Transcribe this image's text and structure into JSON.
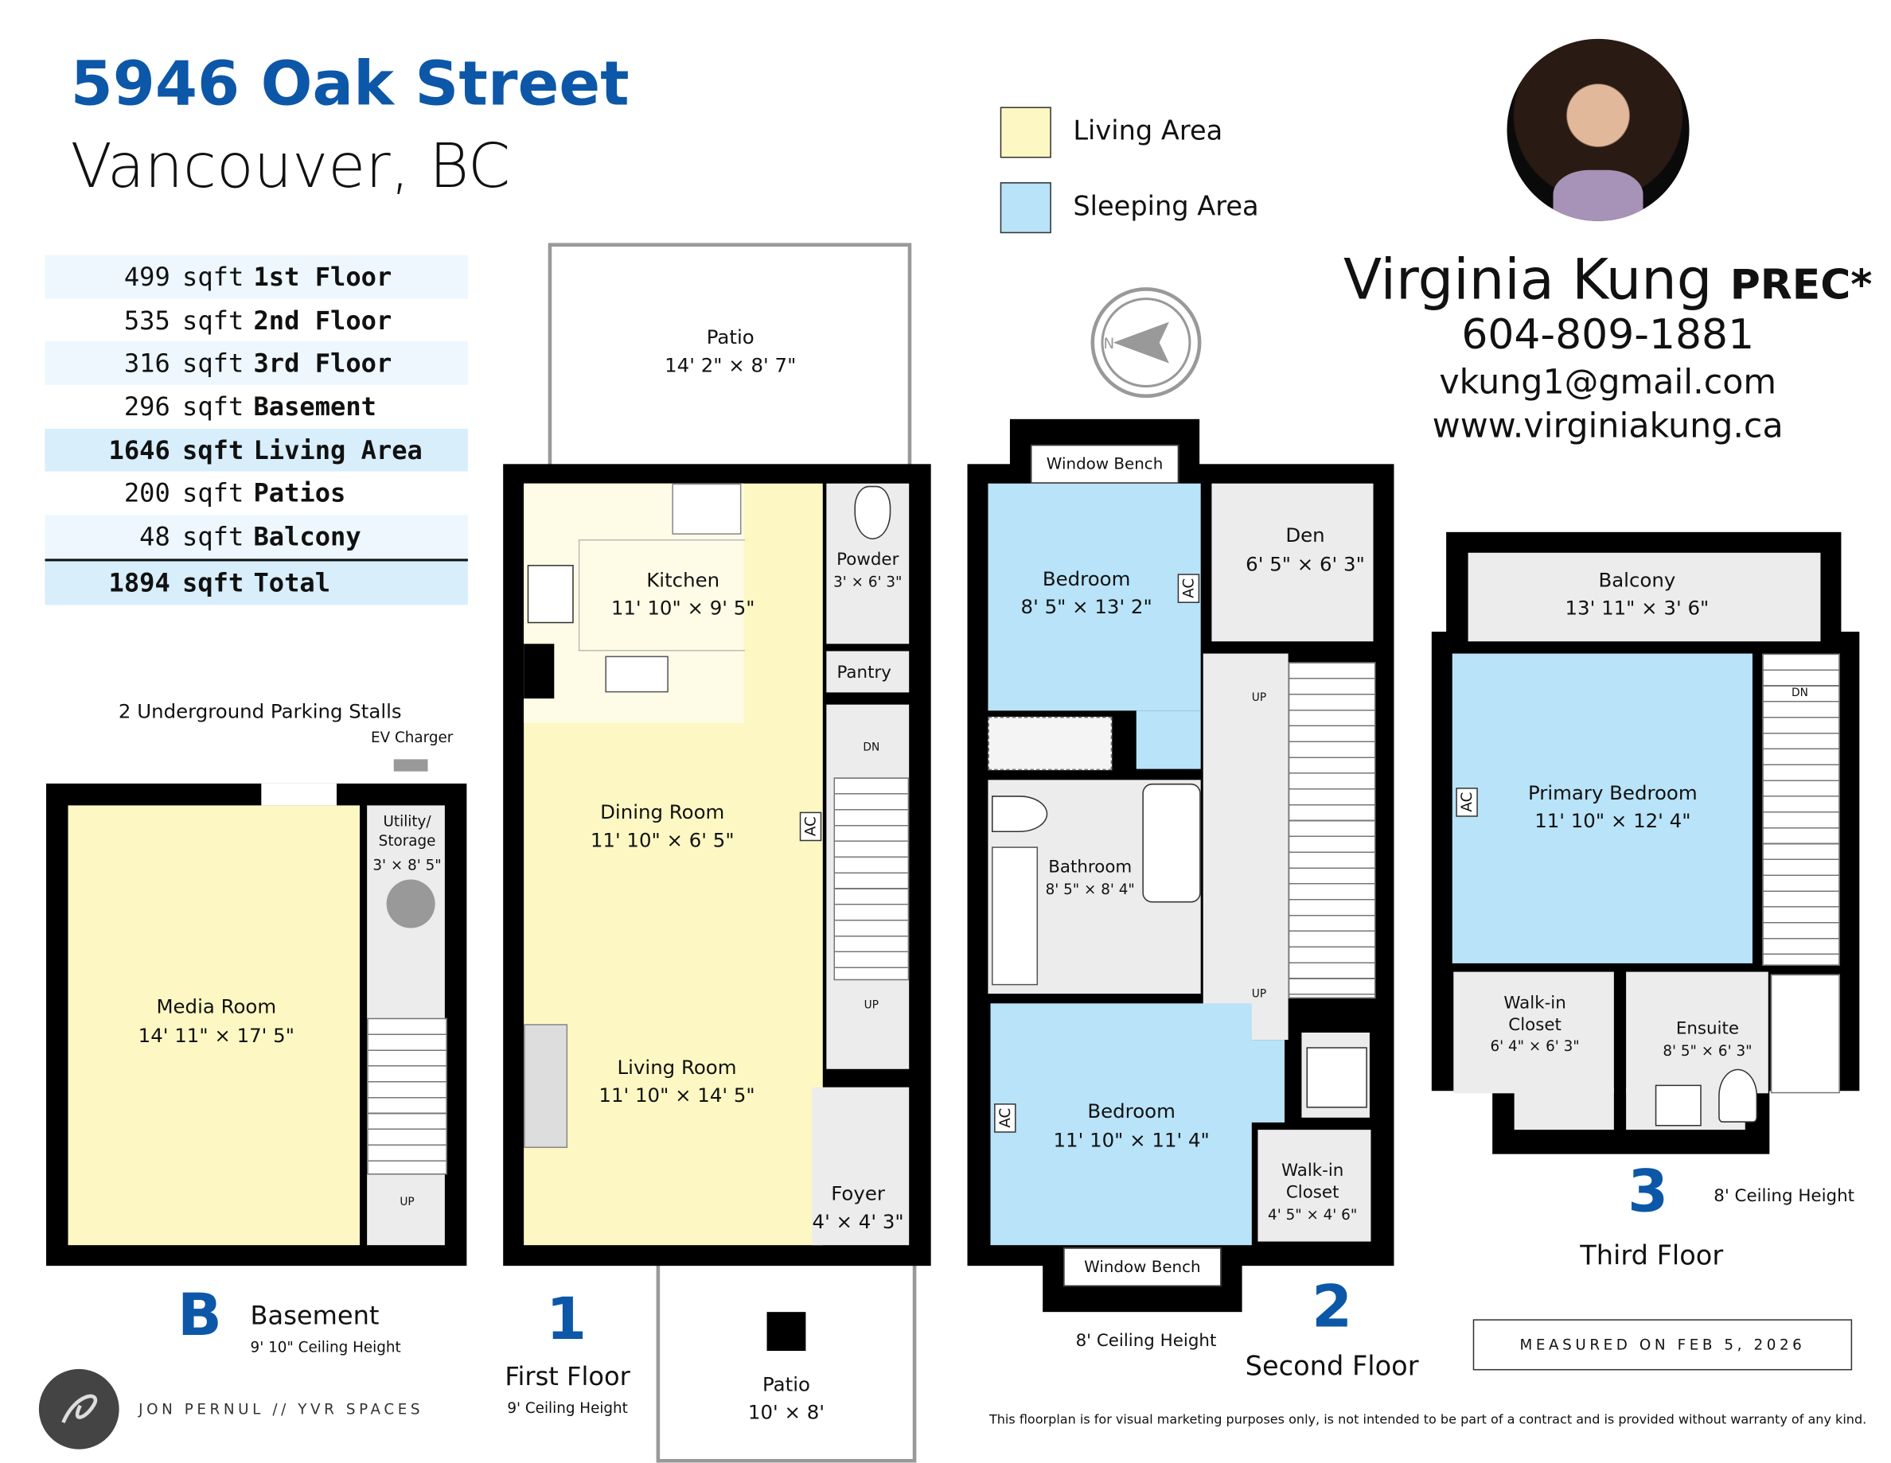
{
  "header": {
    "address": "5946 Oak Street",
    "city": "Vancouver, BC"
  },
  "areas": [
    {
      "sqft": "499",
      "unit": "sqft",
      "label": "1st Floor"
    },
    {
      "sqft": "535",
      "unit": "sqft",
      "label": "2nd Floor"
    },
    {
      "sqft": "316",
      "unit": "sqft",
      "label": "3rd Floor"
    },
    {
      "sqft": "296",
      "unit": "sqft",
      "label": "Basement"
    },
    {
      "sqft": "1646",
      "unit": "sqft",
      "label": "Living Area"
    },
    {
      "sqft": "200",
      "unit": "sqft",
      "label": "Patios"
    },
    {
      "sqft": "48",
      "unit": "sqft",
      "label": "Balcony"
    },
    {
      "sqft": "1894",
      "unit": "sqft",
      "label": "Total"
    }
  ],
  "legend": {
    "living": "Living Area",
    "sleeping": "Sleeping Area",
    "living_color": "#fdf8c3",
    "sleeping_color": "#b8e3f8"
  },
  "agent": {
    "name": "Virginia Kung",
    "designation": "PREC*",
    "phone": "604-809-1881",
    "email": "vkung1@gmail.com",
    "website": "www.virginiakung.ca"
  },
  "brand_color": "#0c57a8",
  "basement": {
    "number": "B",
    "name": "Basement",
    "ceiling": "9' 10\" Ceiling Height",
    "parking": "2 Underground Parking Stalls",
    "ev": "EV Charger",
    "media": {
      "name": "Media Room",
      "dims": "14' 11\" × 17' 5\""
    },
    "utility": {
      "name": "Utility/ Storage",
      "dims": "3' × 8' 5\""
    },
    "up": "UP"
  },
  "first": {
    "number": "1",
    "name": "First Floor",
    "ceiling": "9'  Ceiling Height",
    "patio_top": {
      "name": "Patio",
      "dims": "14' 2\" × 8' 7\""
    },
    "kitchen": {
      "name": "Kitchen",
      "dims": "11' 10\" × 9' 5\""
    },
    "powder": {
      "name": "Powder",
      "dims": "3' × 6' 3\""
    },
    "pantry": "Pantry",
    "dining": {
      "name": "Dining Room",
      "dims": "11' 10\" × 6' 5\""
    },
    "living": {
      "name": "Living Room",
      "dims": "11' 10\" × 14' 5\""
    },
    "foyer": {
      "name": "Foyer",
      "dims": "4' × 4' 3\""
    },
    "patio_bottom": {
      "name": "Patio",
      "dims": "10' × 8'"
    },
    "ac": "AC",
    "dn": "DN",
    "up": "UP"
  },
  "second": {
    "number": "2",
    "name": "Second Floor",
    "ceiling": "8'  Ceiling Height",
    "window_bench": "Window Bench",
    "bedroom1": {
      "name": "Bedroom",
      "dims": "8' 5\" × 13' 2\""
    },
    "den": {
      "name": "Den",
      "dims": "6' 5\" × 6' 3\""
    },
    "bathroom": {
      "name": "Bathroom",
      "dims": "8' 5\" × 8' 4\""
    },
    "bedroom2": {
      "name": "Bedroom",
      "dims": "11' 10\" × 11' 4\""
    },
    "walkin": {
      "name": "Walk-in Closet",
      "dims": "4' 5\" × 4' 6\""
    },
    "ac": "AC",
    "up": "UP"
  },
  "third": {
    "number": "3",
    "name": "Third Floor",
    "ceiling": "8'  Ceiling Height",
    "balcony": {
      "name": "Balcony",
      "dims": "13' 11\" × 3' 6\""
    },
    "primary": {
      "name": "Primary Bedroom",
      "dims": "11' 10\" × 12' 4\""
    },
    "walkin": {
      "name": "Walk-in Closet",
      "dims": "6' 4\" × 6' 3\""
    },
    "ensuite": {
      "name": "Ensuite",
      "dims": "8' 5\" × 6' 3\""
    },
    "ac": "AC",
    "dn": "DN"
  },
  "measured": "MEASURED ON FEB 5, 2026",
  "credit": "JON PERNUL // YVR SPACES",
  "disclaimer": "This floorplan is for visual marketing purposes only, is not intended to be part of a contract and is provided without warranty of any kind."
}
